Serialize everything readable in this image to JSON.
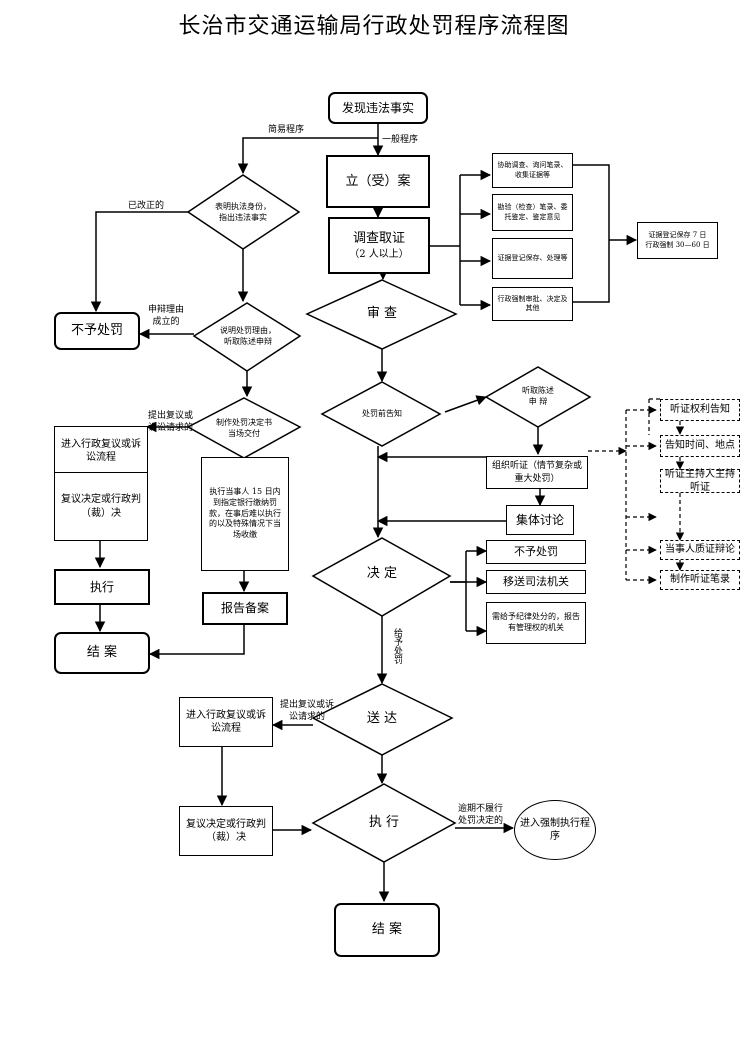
{
  "title": "长治市交通运输局行政处罚程序流程图",
  "nodes": {
    "discover": "发现违法事实",
    "file_case": "立（受）案",
    "investigate": "调查取证",
    "investigate_sub": "（2 人以上）",
    "review": "审 查",
    "pre_notice": "处罚前告知",
    "hear_plea": "听取陈述\n申 辩",
    "organize_hearing": "组织听证（情节复杂或重大处罚）",
    "collective_discussion": "集体讨论",
    "decision": "决 定",
    "no_penalty_right": "不予处罚",
    "transfer_judicial": "移送司法机关",
    "discipline_report": "需给予纪律处分的，报告有管理权的机关",
    "deliver": "送 达",
    "admin_reconsider_bottom": "进入行政复议或诉讼流程",
    "reconsider_decision_bottom": "复议决定或行政判（裁）决",
    "execute_bottom": "执 行",
    "enforce": "进入强制执行程序",
    "close_bottom": "结 案",
    "show_id": "表明执法身份，指出违法事实",
    "explain": "说明处罚理由，听取陈述申辩",
    "issue_decision": "制作处罚决定书 当场交付",
    "pay_fine": "执行当事人 15 日内到指定银行缴纳罚款，在事后难以执行的以及特殊情况下当场收缴",
    "report_record": "报告备案",
    "no_penalty_left": "不予处罚",
    "admin_reconsider_left": "进入行政复议或诉讼流程",
    "reconsider_decision_left": "复议决定或行政判（裁）决",
    "execute_left": "执行",
    "close_left": "结 案",
    "inv_1": "协助调查、询问笔录、收集证据等",
    "inv_2": "勘验（检查）笔录、委托鉴定、鉴定意见",
    "inv_3": "证据登记保存、处理等",
    "inv_4": "行政强制审批、决定及其他",
    "retention": "证据登记保存 7 日\n行政强制 30—60 日",
    "hr_1": "听证权利告知",
    "hr_2": "告知时间、地点",
    "hr_3": "听证主持人主持听证",
    "hr_4": "当事人质证辩论",
    "hr_5": "制作听证笔录"
  },
  "labels": {
    "simple_procedure": "简易程序",
    "general_procedure": "一般程序",
    "corrected": "已改正的",
    "plea_valid": "申辩理由\n成立的",
    "appeal_left": "提出复议或\n诉讼请求的",
    "give_penalty": "给予处罚",
    "appeal_bottom": "提出复议或诉\n讼请求的",
    "overdue": "逾期不履行\n处罚决定的"
  }
}
